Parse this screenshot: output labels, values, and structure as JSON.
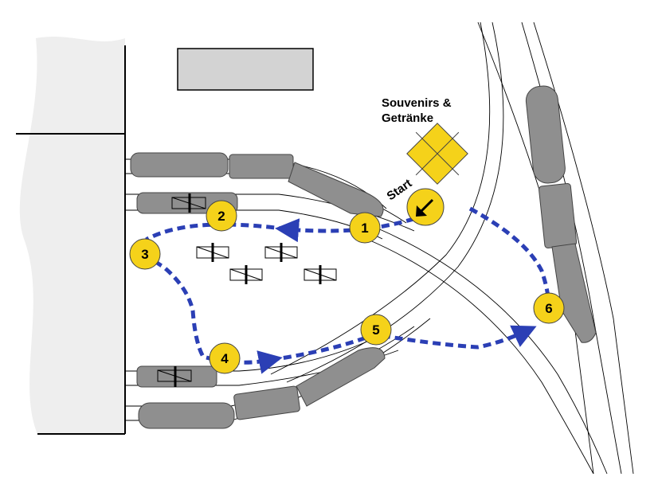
{
  "kiosk": {
    "label_line1": "Souvenirs &",
    "label_line2": "Getränke"
  },
  "start": {
    "label": "Start"
  },
  "stops": [
    {
      "number": "1"
    },
    {
      "number": "2"
    },
    {
      "number": "3"
    },
    {
      "number": "4"
    },
    {
      "number": "5"
    },
    {
      "number": "6"
    }
  ],
  "colors": {
    "route": "#2b3fb5",
    "marker": "#f5d21a",
    "kiosk": "#f5d21a",
    "vehicle": "#8f8f8f",
    "building": "#eeeeee",
    "rect": "#d3d3d3"
  }
}
